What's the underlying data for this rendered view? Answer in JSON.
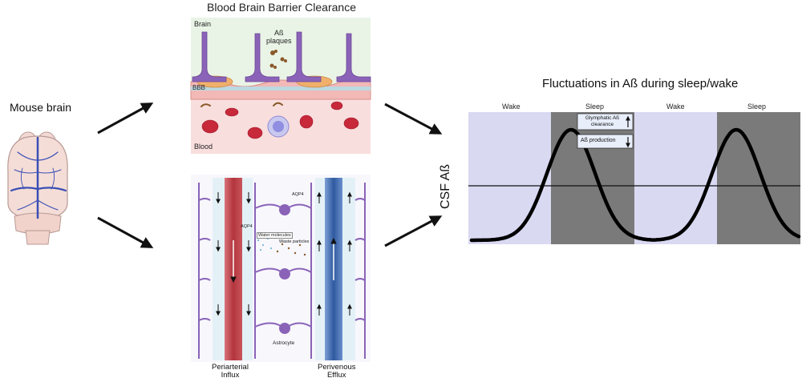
{
  "mouse_brain": {
    "label": "Mouse brain"
  },
  "bbb_panel": {
    "title": "Blood Brain Barrier Clearance",
    "brain_label": "Brain",
    "plaques_label": "Aß\nplaques",
    "bbb_label": "BBB",
    "blood_label": "Blood"
  },
  "glymphatic_panel": {
    "aqp4_left": "AQP4",
    "aqp4_right": "AQP4",
    "water_label": "Water molecules",
    "waste_label": "Waste particles",
    "astrocyte_label": "Astrocyte",
    "influx_label": "Periarterial\nInflux",
    "efflux_label": "Perivenous\nEfflux"
  },
  "sleep_panel": {
    "title": "Fluctuations in Aß during sleep/wake",
    "phases": [
      "Wake",
      "Sleep",
      "Wake",
      "Sleep"
    ],
    "glymphatic_box": "Glymphatic Aß\nclearance",
    "production_box": "Aß production",
    "ylabel": "CSF Aß"
  },
  "colors": {
    "wake_band": "#d9d9f2",
    "sleep_band": "#7a7a7a",
    "artery": "#b3343c",
    "vein": "#3563a8",
    "astrocyte": "#8a63b8",
    "vessel_blue": "#3a4fb5"
  }
}
